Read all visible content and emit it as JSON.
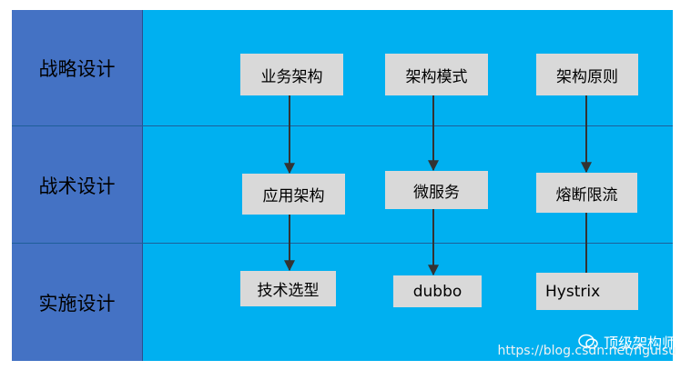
{
  "rows": [
    {
      "label": "战略设计"
    },
    {
      "label": "战术设计"
    },
    {
      "label": "实施设计"
    }
  ],
  "nodes": {
    "biz_arch": "业务架构",
    "arch_pattern": "架构模式",
    "arch_principle": "架构原则",
    "app_arch": "应用架构",
    "microservice": "微服务",
    "circuit_break": "熔断限流",
    "tech_select": "技术选型",
    "dubbo": "dubbo",
    "hystrix": "Hystrix"
  },
  "watermark": {
    "brand": "顶级架构师",
    "url": "https://blog.csdn.net/nguisu"
  },
  "colors": {
    "label_band": "#4472c4",
    "content_band": "#00b0f0",
    "node_fill": "#d9d9d9",
    "arrow": "#333333"
  }
}
